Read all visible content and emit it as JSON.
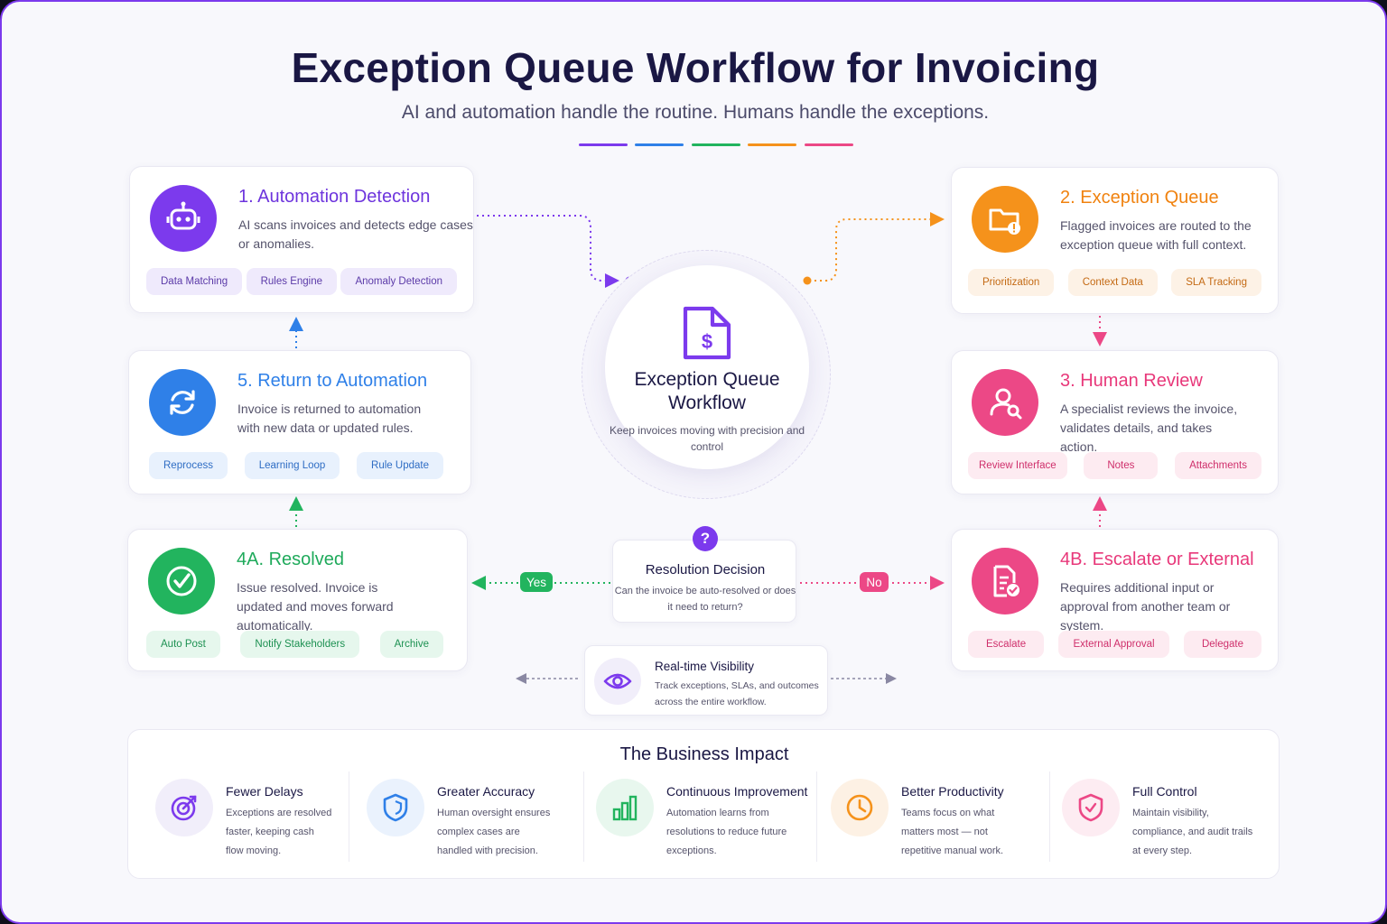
{
  "header": {
    "title": "Exception Queue Workflow for Invoicing",
    "subtitle": "AI and automation handle the routine. Humans handle the exceptions."
  },
  "accent_colors": {
    "purple": "#7c3aed",
    "blue": "#2f80e8",
    "green": "#22b45e",
    "orange": "#f5921b",
    "pink": "#ec4886"
  },
  "steps": {
    "automation_detection": {
      "title": "1. Automation Detection",
      "description": "AI scans invoices and detects edge cases or anomalies.",
      "icon": "robot-icon",
      "tags": [
        "Data Matching",
        "Rules Engine",
        "Anomaly Detection"
      ]
    },
    "exception_queue": {
      "title": "2. Exception Queue",
      "description": "Flagged invoices are routed to the exception queue with full context.",
      "icon": "folder-alert-icon",
      "tags": [
        "Prioritization",
        "Context Data",
        "SLA Tracking"
      ]
    },
    "human_review": {
      "title": "3. Human Review",
      "description": "A specialist reviews the invoice, validates details, and takes action.",
      "icon": "user-search-icon",
      "tags": [
        "Review Interface",
        "Notes",
        "Attachments"
      ]
    },
    "resolved": {
      "title": "4A. Resolved",
      "description": "Issue resolved. Invoice is updated and moves forward automatically.",
      "icon": "check-circle-icon",
      "tags": [
        "Auto Post",
        "Notify Stakeholders",
        "Archive"
      ]
    },
    "escalate": {
      "title": "4B. Escalate or External",
      "description": "Requires additional input or approval from another team or system.",
      "icon": "document-check-icon",
      "tags": [
        "Escalate",
        "External Approval",
        "Delegate"
      ]
    },
    "return_to_automation": {
      "title": "5. Return to Automation",
      "description": "Invoice is returned to automation with new data or updated rules.",
      "icon": "refresh-icon",
      "tags": [
        "Reprocess",
        "Learning Loop",
        "Rule Update"
      ]
    }
  },
  "hub": {
    "title": "Exception Queue Workflow",
    "description": "Keep invoices moving with precision and control",
    "icon": "invoice-dollar-icon"
  },
  "decision": {
    "title": "Resolution Decision",
    "description": "Can the invoice be auto-resolved or does it need to return?",
    "icon": "question-icon",
    "icon_glyph": "?",
    "yes_label": "Yes",
    "no_label": "No"
  },
  "visibility": {
    "title": "Real-time Visibility",
    "description": "Track exceptions, SLAs, and outcomes across the entire workflow.",
    "icon": "eye-icon"
  },
  "impact": {
    "title": "The Business Impact",
    "items": [
      {
        "title": "Fewer Delays",
        "description": "Exceptions are resolved faster, keeping cash flow moving.",
        "icon": "target-icon"
      },
      {
        "title": "Greater Accuracy",
        "description": "Human oversight ensures complex cases are handled with precision.",
        "icon": "shield-icon"
      },
      {
        "title": "Continuous Improvement",
        "description": "Automation learns from resolutions to reduce future exceptions.",
        "icon": "bar-chart-icon"
      },
      {
        "title": "Better Productivity",
        "description": "Teams focus on what matters most — not repetitive manual work.",
        "icon": "clock-icon"
      },
      {
        "title": "Full Control",
        "description": "Maintain visibility, compliance, and audit trails at every step.",
        "icon": "shield-check-icon"
      }
    ]
  }
}
